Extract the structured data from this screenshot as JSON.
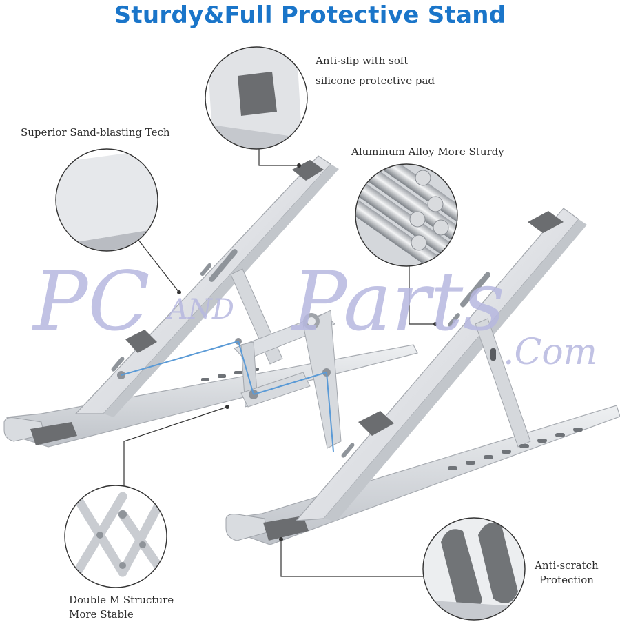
{
  "title": "Sturdy&Full Protective Stand",
  "callouts": {
    "pad": {
      "line1": "Anti-slip with soft",
      "line2": "silicone protective pad"
    },
    "sand": {
      "text": "Superior Sand-blasting Tech"
    },
    "alloy": {
      "text": "Aluminum Alloy More Sturdy"
    },
    "structure": {
      "line1": "Double M Structure",
      "line2": "More Stable"
    },
    "scratch": {
      "line1": "Anti-scratch",
      "line2": "Protection"
    }
  },
  "watermark": {
    "main": "PC",
    "and": "AND",
    "parts": "Parts",
    "com": ".Com"
  },
  "colors": {
    "title": "#1a75c9",
    "aluminum": "#e3e5e8",
    "aluminum_dark": "#b8bcc2",
    "pad": "#6b6d70",
    "hinge_highlight": "#5a9ad6",
    "watermark": "#b7b8e0"
  }
}
